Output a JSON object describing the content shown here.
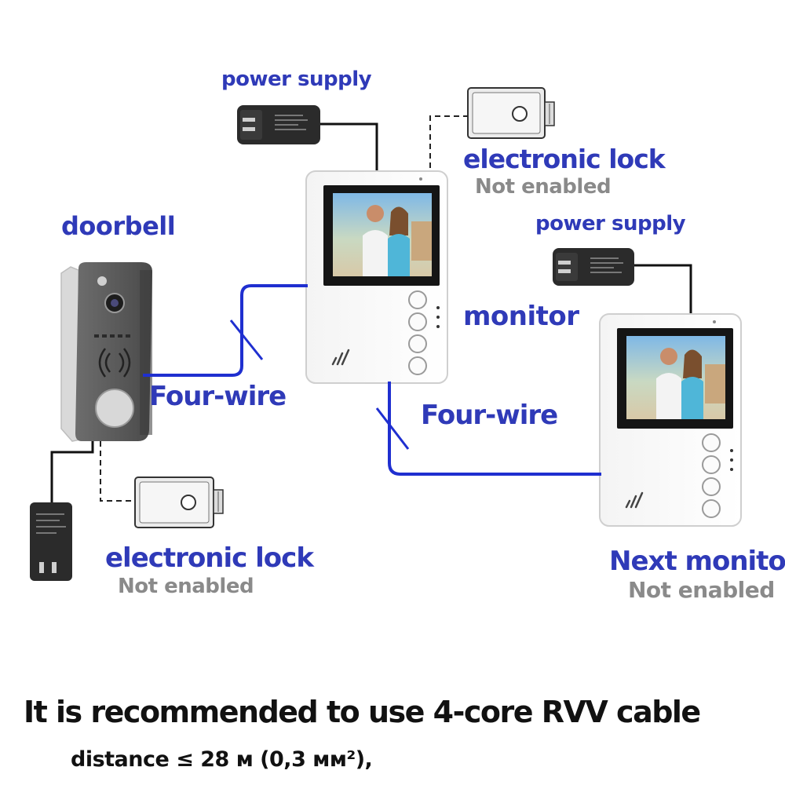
{
  "diagram": {
    "labels": {
      "power_supply_top": "power supply",
      "electronic_lock_top": "electronic lock",
      "not_enabled_top": "Not enabled",
      "doorbell": "doorbell",
      "power_supply_right": "power supply",
      "monitor": "monitor",
      "four_wire_left": "Four-wire",
      "four_wire_right": "Four-wire",
      "electronic_lock_bottom": "electronic lock",
      "not_enabled_bottom": "Not enabled",
      "next_monitor": "Next monitor",
      "not_enabled_next": "Not enabled"
    },
    "colors": {
      "label_blue": "#2f3ab8",
      "wire_blue": "#1f2fd0",
      "muted_gray": "#8a8a8a"
    }
  },
  "footer": {
    "recommendation": "It is recommended to use 4-core RVV cable",
    "distance": "distance ≤ 28 м (0,3 мм²),"
  }
}
